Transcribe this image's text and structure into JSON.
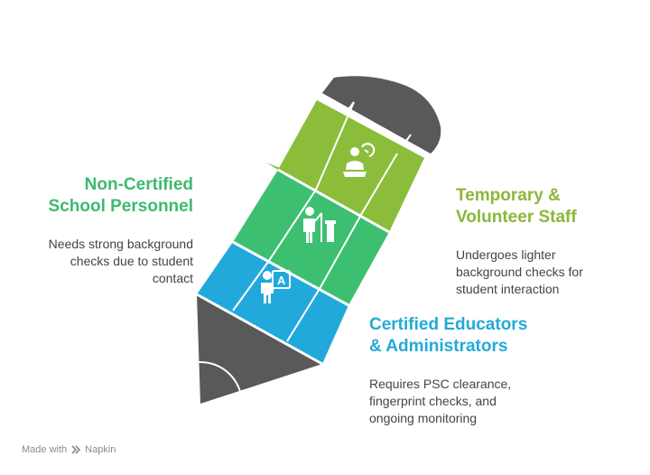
{
  "colors": {
    "green_light": "#8bbd3b",
    "green": "#3dbf72",
    "blue": "#22a9dc",
    "gray": "#595959"
  },
  "sections": [
    {
      "title_line1": "Non-Certified",
      "title_line2": "School Personnel",
      "desc_line1": "Needs strong background",
      "desc_line2": "checks due to student",
      "desc_line3": "contact",
      "icon": "teacher-pointer-icon"
    },
    {
      "title_line1": "Temporary &",
      "title_line2": "Volunteer Staff",
      "desc_line1": "Undergoes lighter",
      "desc_line2": "background checks for",
      "desc_line3": "student interaction",
      "icon": "volunteer-person-icon"
    },
    {
      "title_line1": "Certified Educators",
      "title_line2": "& Administrators",
      "desc_line1": "Requires PSC clearance,",
      "desc_line2": "fingerprint checks, and",
      "desc_line3": "ongoing monitoring",
      "icon": "educator-board-icon"
    }
  ],
  "footer": {
    "made_with": "Made with",
    "brand": "Napkin"
  }
}
